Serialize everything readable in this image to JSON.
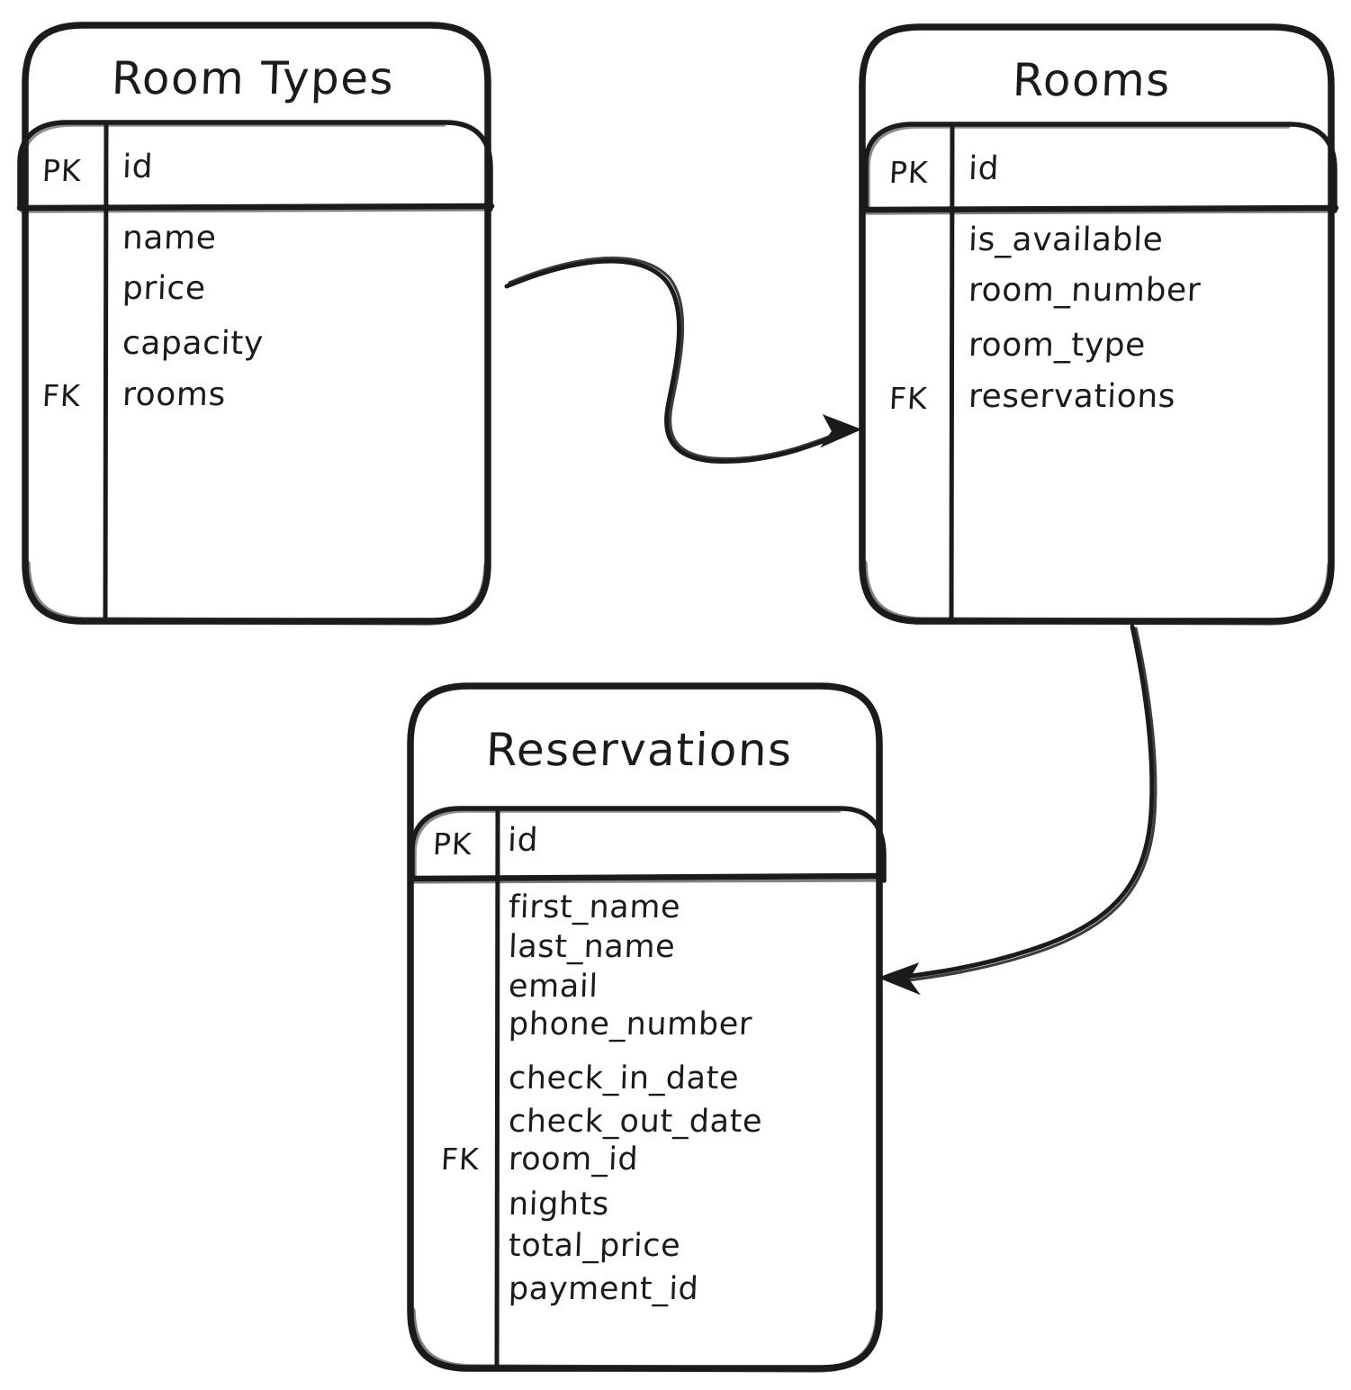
{
  "diagram": {
    "type": "entity-relationship-diagram",
    "style": "hand-drawn",
    "background_color": "#ffffff",
    "stroke_color": "#1b1b1b",
    "entities": [
      {
        "id": "room_types",
        "title": "Room Types",
        "primary_key": {
          "tag": "PK",
          "field": "id"
        },
        "foreign_key_tag": "FK",
        "fields": [
          {
            "name": "name",
            "key": ""
          },
          {
            "name": "price",
            "key": ""
          },
          {
            "name": "capacity",
            "key": ""
          },
          {
            "name": "rooms",
            "key": "FK"
          }
        ]
      },
      {
        "id": "rooms",
        "title": "Rooms",
        "primary_key": {
          "tag": "PK",
          "field": "id"
        },
        "foreign_key_tag": "FK",
        "fields": [
          {
            "name": "is_available",
            "key": ""
          },
          {
            "name": "room_number",
            "key": ""
          },
          {
            "name": "room_type",
            "key": ""
          },
          {
            "name": "reservations",
            "key": "FK"
          }
        ]
      },
      {
        "id": "reservations",
        "title": "Reservations",
        "primary_key": {
          "tag": "PK",
          "field": "id"
        },
        "foreign_key_tag": "FK",
        "fields": [
          {
            "name": "first_name",
            "key": ""
          },
          {
            "name": "last_name",
            "key": ""
          },
          {
            "name": "email",
            "key": ""
          },
          {
            "name": "phone_number",
            "key": ""
          },
          {
            "name": "check_in_date",
            "key": ""
          },
          {
            "name": "check_out_date",
            "key": ""
          },
          {
            "name": "room_id",
            "key": "FK"
          },
          {
            "name": "nights",
            "key": ""
          },
          {
            "name": "total_price",
            "key": ""
          },
          {
            "name": "payment_id",
            "key": ""
          }
        ]
      }
    ],
    "relationships": [
      {
        "id": "rel-room-types-to-rooms",
        "from": "room_types",
        "to": "rooms",
        "marker": "arrow"
      },
      {
        "id": "rel-rooms-to-reservations",
        "from": "rooms",
        "to": "reservations",
        "marker": "arrow"
      }
    ]
  }
}
